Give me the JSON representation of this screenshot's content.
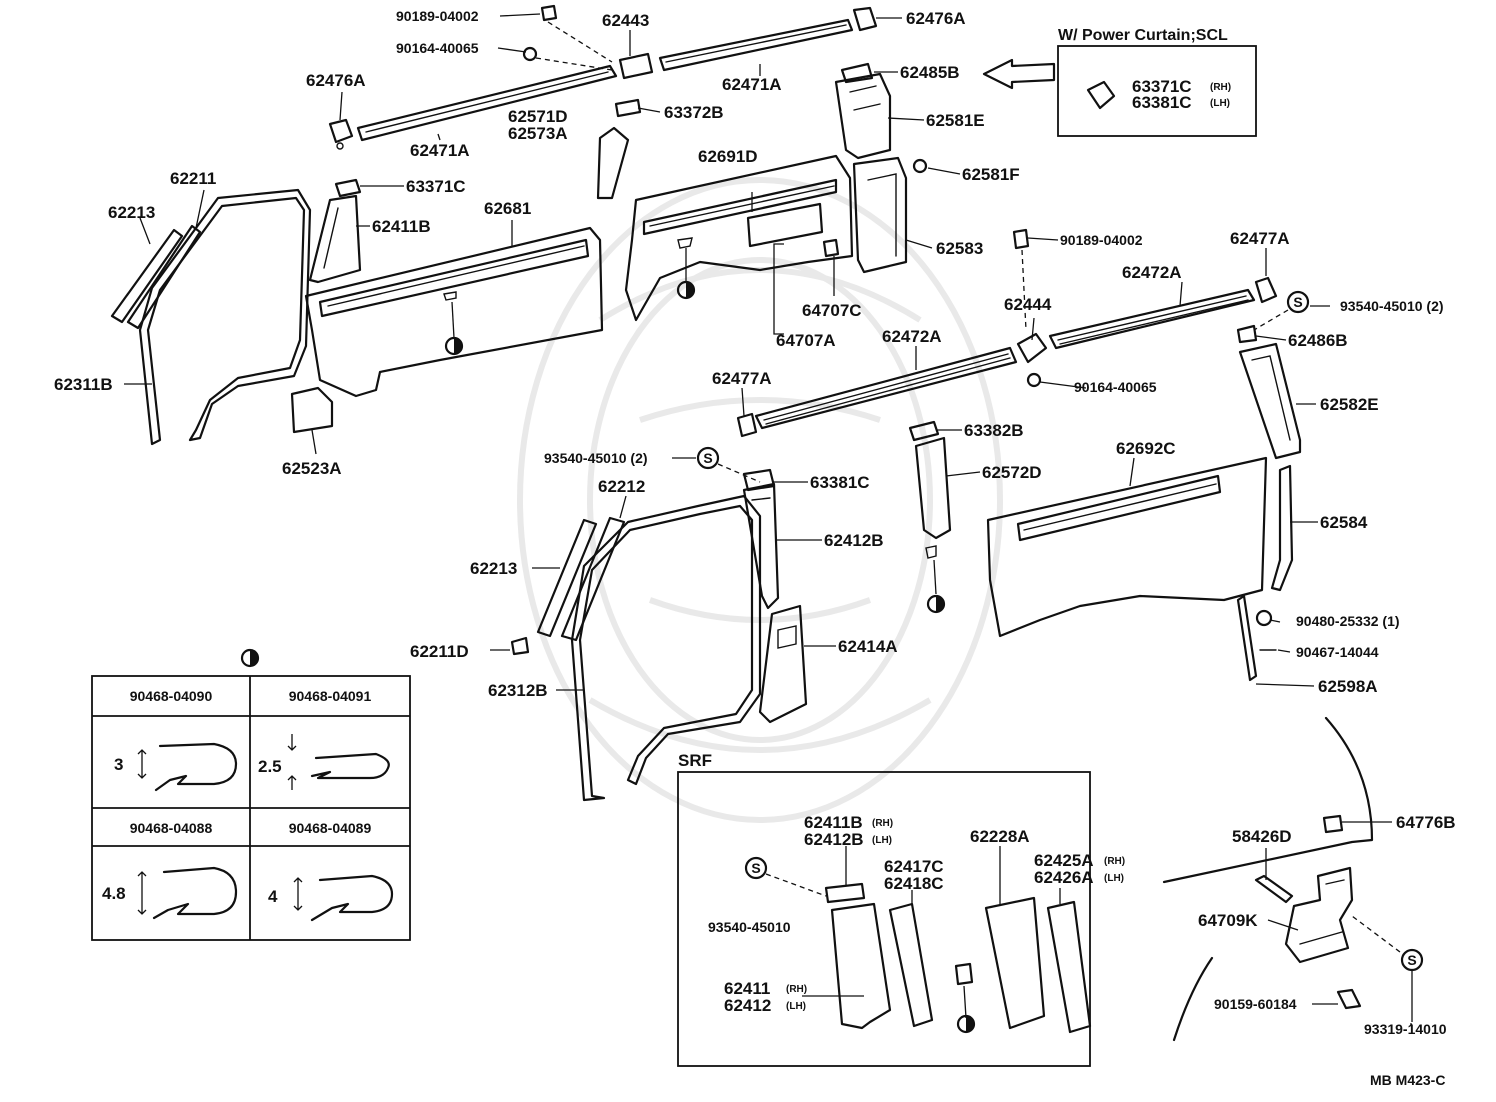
{
  "labels": {
    "p90189_04002_a": "90189-04002",
    "p90164_40065_a": "90164-40065",
    "p62443": "62443",
    "p62476A_a": "62476A",
    "p62476A_b": "62476A",
    "p62471A_a": "62471A",
    "p62471A_b": "62471A",
    "p62571D": "62571D",
    "p62573A": "62573A",
    "p63372B": "63372B",
    "p62485B": "62485B",
    "p62581E": "62581E",
    "p62581F": "62581F",
    "p62583": "62583",
    "p62691D": "62691D",
    "p62211_a": "62211",
    "p62213_a": "62213",
    "p63371C_a": "63371C",
    "p62411B": "62411B",
    "p62681": "62681",
    "p64707C": "64707C",
    "p64707A": "64707A",
    "p62311B": "62311B",
    "p62523A": "62523A",
    "p90189_04002_b": "90189-04002",
    "p62477A_a": "62477A",
    "p62444": "62444",
    "p62472A_a": "62472A",
    "p62472A_b": "62472A",
    "p93540_45010_a": "93540-45010 (2)",
    "p62486B": "62486B",
    "p90164_40065_b": "90164-40065",
    "p62477A_b": "62477A",
    "p62582E": "62582E",
    "p63382B": "63382B",
    "p93540_45010_b": "93540-45010 (2)",
    "p63381C_a": "63381C",
    "p62572D": "62572D",
    "p62692C": "62692C",
    "p62212": "62212",
    "p62412B": "62412B",
    "p62584": "62584",
    "p62213_b": "62213",
    "p62211D": "62211D",
    "p62414A": "62414A",
    "p62312B": "62312B",
    "p90480_25332": "90480-25332 (1)",
    "p90467_14044": "90467-14044",
    "p62598A": "62598A",
    "p64776B": "64776B",
    "p58426D": "58426D",
    "p64709K": "64709K",
    "p90159_60184": "90159-60184",
    "p93319_14010": "93319-14010"
  },
  "power_curtain": {
    "title": "W/ Power Curtain;SCL",
    "part_rh": "63371C",
    "rh": "(RH)",
    "part_lh": "63381C",
    "lh": "(LH)"
  },
  "clip_table": {
    "legend_symbol": "half-filled-circle-icon",
    "cells": [
      {
        "part": "90468-04090",
        "dimension": "3"
      },
      {
        "part": "90468-04091",
        "dimension": "2.5"
      },
      {
        "part": "90468-04088",
        "dimension": "4.8"
      },
      {
        "part": "90468-04089",
        "dimension": "4"
      }
    ]
  },
  "srf": {
    "title": "SRF",
    "p62411B": "62411B",
    "rh1": "(RH)",
    "p62412B": "62412B",
    "lh1": "(LH)",
    "p62417C": "62417C",
    "p62418C": "62418C",
    "p62228A": "62228A",
    "p62425A": "62425A",
    "rh2": "(RH)",
    "p62426A": "62426A",
    "lh2": "(LH)",
    "p93540_45010": "93540-45010",
    "p62411": "62411",
    "rh3": "(RH)",
    "p62412": "62412",
    "lh3": "(LH)"
  },
  "screw_symbol": "S",
  "footer_code": "MB  M423-C"
}
